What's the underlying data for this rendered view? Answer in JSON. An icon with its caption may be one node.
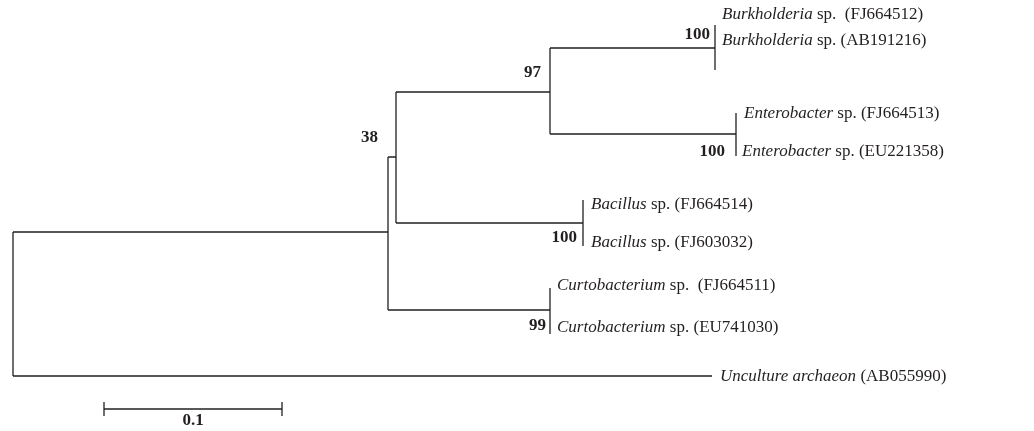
{
  "diagram": {
    "nodes": [
      {
        "text": [
          "*Burkholderia* sp.  (FJ664512)"
        ]
      },
      {
        "text": [
          "*Burkholderia* sp. (AB191216)"
        ]
      },
      {
        "text": [
          "*Enterobacter* sp. (FJ664513)"
        ]
      },
      {
        "text": [
          "*Enterobacter* sp. (EU221358)"
        ]
      },
      {
        "text": [
          "*Bacillus* sp. (FJ664514)"
        ]
      },
      {
        "text": [
          "*Bacillus* sp. (FJ603032)"
        ]
      },
      {
        "text": [
          "*Curtobacterium* sp.  (FJ664511)"
        ]
      },
      {
        "text": [
          "*Curtobacterium* sp. (EU741030)"
        ]
      },
      {
        "text": [
          "*Unculture archaeon* (AB055990)"
        ]
      }
    ],
    "labels": [
      "100",
      "97",
      "38",
      "100",
      "100",
      "99",
      "0.1"
    ]
  }
}
